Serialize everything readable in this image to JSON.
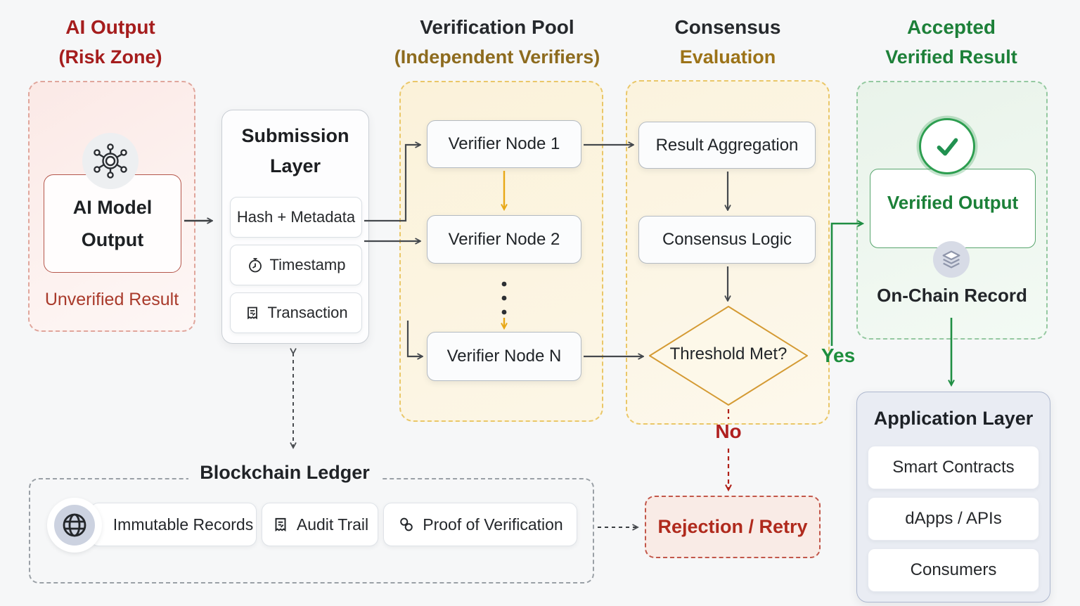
{
  "headers": {
    "ai": {
      "line1": "AI Output",
      "line2": "(Risk Zone)"
    },
    "pool": {
      "line1": "Verification Pool",
      "line2": "(Independent Verifiers)"
    },
    "consensus": {
      "line1": "Consensus",
      "line2": "Evaluation"
    },
    "accepted": {
      "line1": "Accepted",
      "line2": "Verified Result"
    }
  },
  "risk_zone": {
    "node_label": "AI Model Output",
    "node_icon": "ai-network-icon",
    "caption": "Unverified Result"
  },
  "submission": {
    "title": "Submission Layer",
    "items": [
      {
        "label": "Hash + Metadata"
      },
      {
        "label": "Timestamp",
        "icon": "clock-icon"
      },
      {
        "label": "Transaction",
        "icon": "receipt-icon"
      }
    ]
  },
  "pool": {
    "nodes": [
      {
        "label": "Verifier Node 1"
      },
      {
        "label": "Verifier Node 2"
      },
      {
        "label": "Verifier Node N"
      }
    ]
  },
  "consensus": {
    "aggregation": "Result Aggregation",
    "logic": "Consensus Logic",
    "decision": "Threshold Met?",
    "yes_label": "Yes",
    "no_label": "No"
  },
  "accepted": {
    "check_icon": "check-circle-icon",
    "output": "Verified Output",
    "record_icon": "layers-stack-icon",
    "record": "On-Chain Record"
  },
  "application": {
    "title": "Application Layer",
    "items": [
      {
        "label": "Smart Contracts"
      },
      {
        "label": "dApps / APIs"
      },
      {
        "label": "Consumers"
      }
    ]
  },
  "ledger": {
    "title": "Blockchain Ledger",
    "items": [
      {
        "label": "Immutable Records",
        "icon": "globe-icon"
      },
      {
        "label": "Audit Trail",
        "icon": "receipt-icon"
      },
      {
        "label": "Proof of Verification",
        "icon": "chain-link-icon"
      }
    ]
  },
  "rejection": {
    "label": "Rejection / Retry"
  },
  "colors": {
    "risk_red": "#a51d1d",
    "unverified_red": "#a93a2b",
    "verifier_gold": "#8d6b1e",
    "evaluation_gold": "#9c7318",
    "accept_green": "#1d8039",
    "yes_green": "#1d8e3d",
    "no_red": "#b01f1f",
    "reject_red": "#b02a1d",
    "warn_arrow_yellow": "#e8a816",
    "arrow_dark": "#44484d",
    "diamond_border": "#d49a33"
  }
}
